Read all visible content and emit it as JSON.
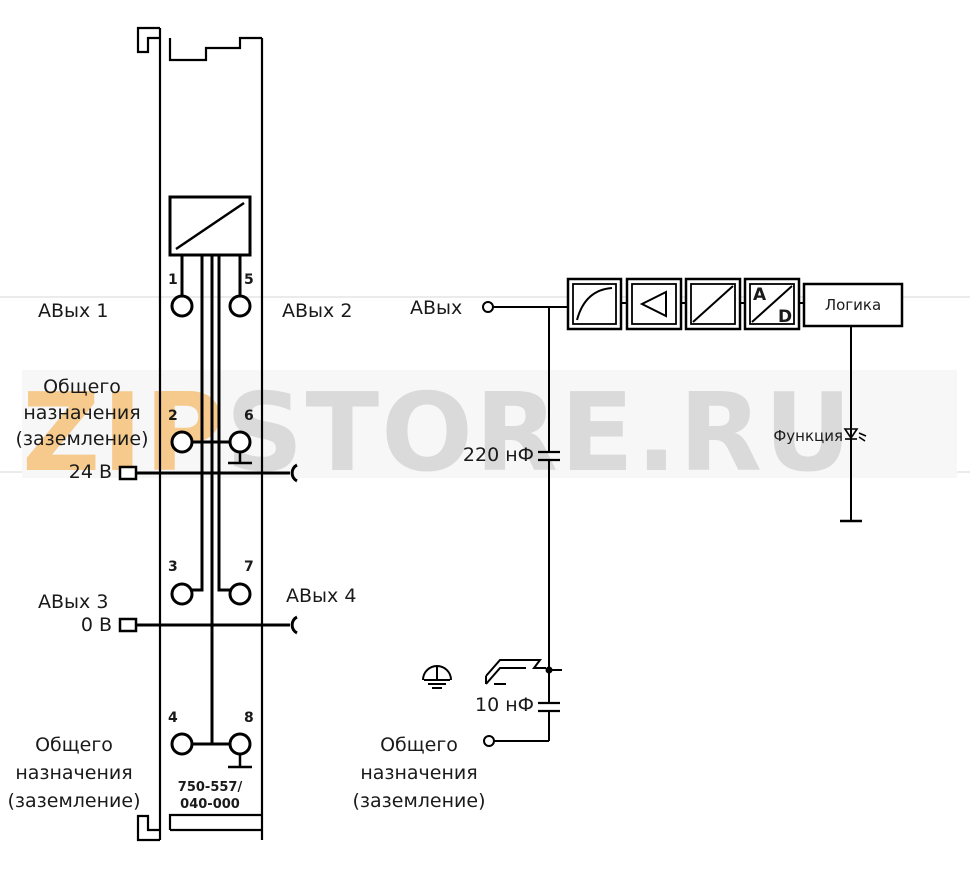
{
  "watermark": {
    "prefix": "ZIP",
    "suffix": "STORE.RU",
    "prefix_color": "#f0a030",
    "suffix_color": "#bdbdbd"
  },
  "module": {
    "part_number_line1": "750-557/",
    "part_number_line2": "040-000",
    "terminals": [
      "1",
      "2",
      "3",
      "4",
      "5",
      "6",
      "7",
      "8"
    ]
  },
  "left_labels": {
    "aout1": "АВых 1",
    "aout2": "АВых 2",
    "aout3": "АВых 3",
    "aout4": "АВых 4",
    "common_top": [
      "Общего",
      "назначения",
      "(заземление)"
    ],
    "common_bottom": [
      "Общего",
      "назначения",
      "(заземление)"
    ],
    "v24": "24 В",
    "v0": "0 В"
  },
  "right_labels": {
    "aout": "АВых",
    "logic": "Логика",
    "ad_a": "A",
    "ad_d": "D",
    "function": "Функция",
    "cap1": "220 нФ",
    "cap2": "10 нФ",
    "common": [
      "Общего",
      "назначения",
      "(заземление)"
    ]
  }
}
